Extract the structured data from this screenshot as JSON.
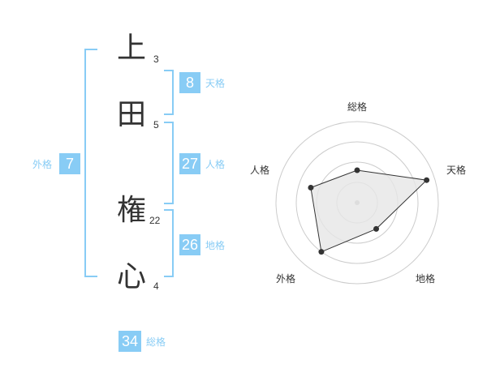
{
  "name": {
    "chars": [
      {
        "char": "上",
        "strokes": "3"
      },
      {
        "char": "田",
        "strokes": "5"
      },
      {
        "char": "権",
        "strokes": "22"
      },
      {
        "char": "心",
        "strokes": "4"
      }
    ]
  },
  "fortunes": {
    "tenkaku": {
      "value": "8",
      "label": "天格"
    },
    "jinkaku": {
      "value": "27",
      "label": "人格"
    },
    "chikaku": {
      "value": "26",
      "label": "地格"
    },
    "gaikaku": {
      "value": "7",
      "label": "外格"
    },
    "soukaku": {
      "value": "34",
      "label": "総格"
    }
  },
  "colors": {
    "accent": "#88ccf5",
    "text": "#333333",
    "grid": "#cccccc"
  },
  "chart_data": {
    "type": "radar",
    "axes": [
      "総格",
      "天格",
      "地格",
      "外格",
      "人格"
    ],
    "values": [
      0.4,
      0.9,
      0.4,
      0.75,
      0.6
    ],
    "max": 1,
    "rings": 4
  }
}
